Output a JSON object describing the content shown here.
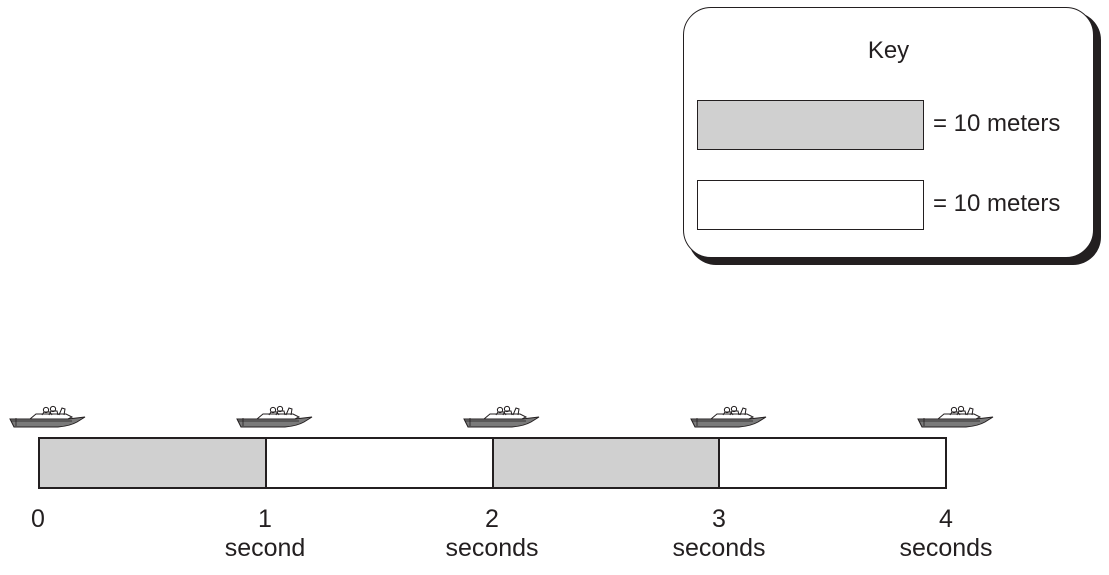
{
  "key": {
    "title": "Key",
    "items": [
      {
        "swatch_color": "#d0d0d0",
        "label": "= 10 meters"
      },
      {
        "swatch_color": "#ffffff",
        "label": "= 10 meters"
      }
    ]
  },
  "track": {
    "segment_colors": [
      "#d0d0d0",
      "#ffffff",
      "#d0d0d0",
      "#ffffff"
    ]
  },
  "boats": {
    "count": 5,
    "icon": "boat-icon",
    "color": "#7a7a7a"
  },
  "ticks": [
    {
      "number": "0",
      "unit": ""
    },
    {
      "number": "1",
      "unit": "second"
    },
    {
      "number": "2",
      "unit": "seconds"
    },
    {
      "number": "3",
      "unit": "seconds"
    },
    {
      "number": "4",
      "unit": "seconds"
    }
  ]
}
